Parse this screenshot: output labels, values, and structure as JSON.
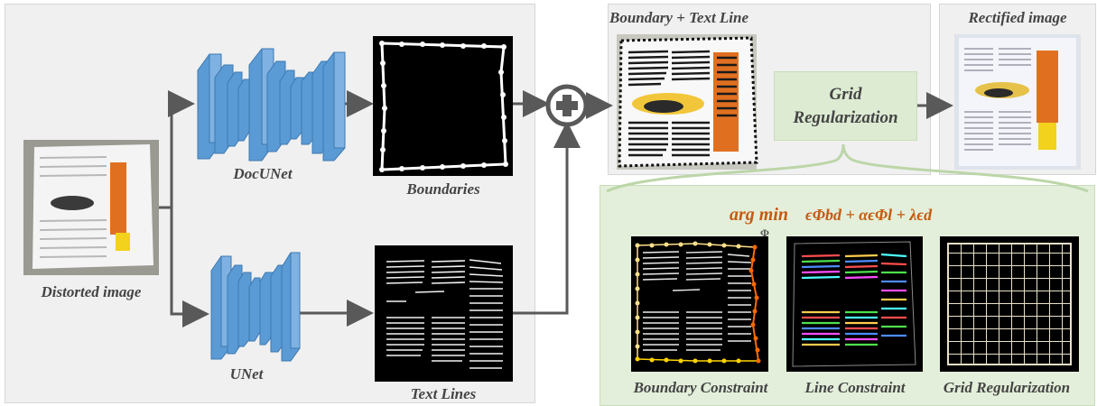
{
  "labels": {
    "distorted": "Distorted image",
    "docunet": "DocUNet",
    "unet": "UNet",
    "boundaries": "Boundaries",
    "text_lines": "Text Lines",
    "boundary_text_line": "Boundary + Text Line",
    "grid_line1": "Grid",
    "grid_line2": "Regularization",
    "rectified": "Rectified image",
    "boundary_constraint": "Boundary Constraint",
    "line_constraint": "Line Constraint",
    "grid_regularization": "Grid Regularization"
  },
  "equation": {
    "op": "arg min",
    "sub": "Φ",
    "objective": "ϵΦbd + αϵΦl + λϵd"
  },
  "colors": {
    "panel_bg": "#f0f0f0",
    "green_panel": "#e3efda",
    "grid_box": "#ddebd3",
    "network_blue": "#5b9bd5",
    "arrow": "#595959",
    "equation": "#c55a11",
    "boundary_orange": "#ff6a00",
    "boundary_yellow": "#ffd400"
  },
  "icons": {
    "combine": "circled-plus-icon"
  }
}
